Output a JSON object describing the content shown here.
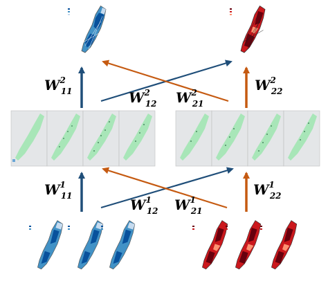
{
  "colors": {
    "blue_arrow": "#1f4e79",
    "orange_arrow": "#c55a11",
    "blue_map_dark": "#08519c",
    "blue_map_mid": "#4292c6",
    "blue_map_light": "#c6dbef",
    "red_map_dark": "#67000d",
    "red_map_mid": "#cb181d",
    "red_map_light": "#fc9272",
    "panel_bg": "#e4e6e8",
    "panel_land": "#a8e6b8"
  },
  "weights": {
    "top": {
      "w11": {
        "base": "W",
        "sub": "11",
        "sup": "2"
      },
      "w12": {
        "base": "W",
        "sub": "12",
        "sup": "2"
      },
      "w21": {
        "base": "W",
        "sub": "21",
        "sup": "2"
      },
      "w22": {
        "base": "W",
        "sub": "22",
        "sup": "2"
      }
    },
    "bottom": {
      "w11": {
        "base": "W",
        "sub": "11",
        "sup": "1"
      },
      "w12": {
        "base": "W",
        "sub": "12",
        "sup": "1"
      },
      "w21": {
        "base": "W",
        "sub": "21",
        "sup": "1"
      },
      "w22": {
        "base": "W",
        "sub": "22",
        "sup": "1"
      }
    }
  }
}
